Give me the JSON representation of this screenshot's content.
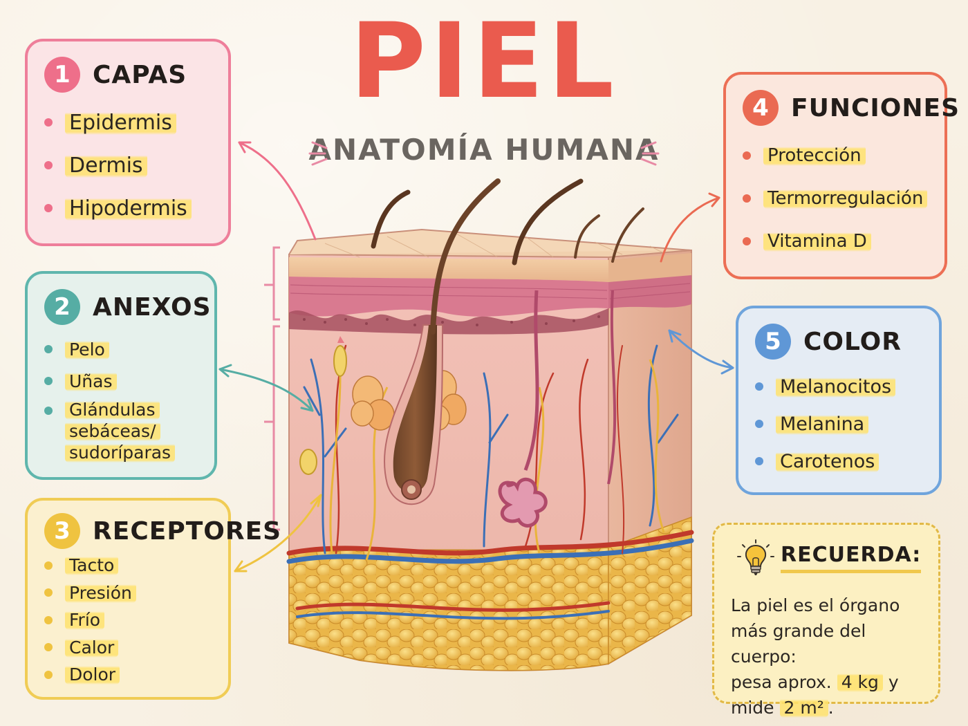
{
  "title": "PIEL",
  "subtitle": "ANATOMÍA HUMANA",
  "colors": {
    "title": "#ea5b4e",
    "capas": "#ee6f8a",
    "anexos": "#56ada4",
    "receptores": "#efc340",
    "funciones": "#ea6a52",
    "color": "#5f97d6",
    "highlight": "#ffe26e"
  },
  "panels": {
    "capas": {
      "number": "1",
      "title": "CAPAS",
      "items": [
        "Epidermis",
        "Dermis",
        "Hipodermis"
      ]
    },
    "anexos": {
      "number": "2",
      "title": "ANEXOS",
      "items": [
        "Pelo",
        "Uñas"
      ],
      "glandulas": [
        "Glándulas",
        "sebáceas/",
        "sudoríparas"
      ]
    },
    "receptores": {
      "number": "3",
      "title": "RECEPTORES",
      "items": [
        "Tacto",
        "Presión",
        "Frío",
        "Calor",
        "Dolor"
      ]
    },
    "funciones": {
      "number": "4",
      "title": "FUNCIONES",
      "items": [
        "Protección",
        "Termorregulación",
        "Vitamina D"
      ]
    },
    "color": {
      "number": "5",
      "title": "COLOR",
      "items": [
        "Melanocitos",
        "Melanina",
        "Carotenos"
      ]
    }
  },
  "recuerda": {
    "icon": "lightbulb-icon",
    "title": "RECUERDA:",
    "line1": "La piel es el órgano",
    "line2": "más grande del cuerpo:",
    "line3_pre": "pesa aprox.",
    "weight": "4 kg",
    "line3_post": "y",
    "line4_pre": "mide",
    "area": "2 m²",
    "line4_post": "."
  }
}
